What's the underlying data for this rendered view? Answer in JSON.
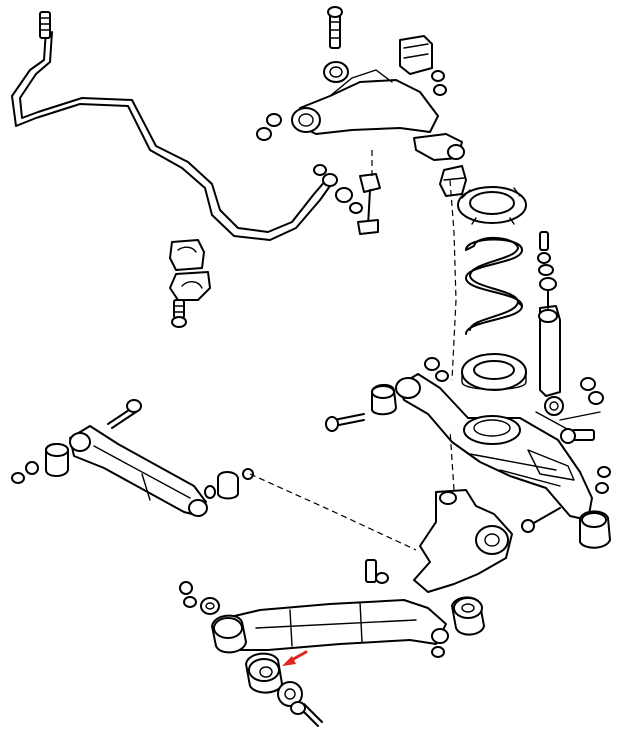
{
  "diagram": {
    "parts": [
      "stabilizer-bar",
      "stabilizer-bushing",
      "stabilizer-bracket",
      "stabilizer-link",
      "upper-control-arm",
      "bump-stopper",
      "coil-spring",
      "spring-seat",
      "shock-absorber",
      "trailing-arm",
      "lateral-rod",
      "knuckle",
      "lower-control-arm",
      "lower-arm-bushing",
      "bolts-and-nuts"
    ],
    "highlight": {
      "target": "lower-arm-bushing",
      "arrow_color": "#e0261f"
    },
    "line_color": "#000000",
    "background": "#ffffff"
  }
}
